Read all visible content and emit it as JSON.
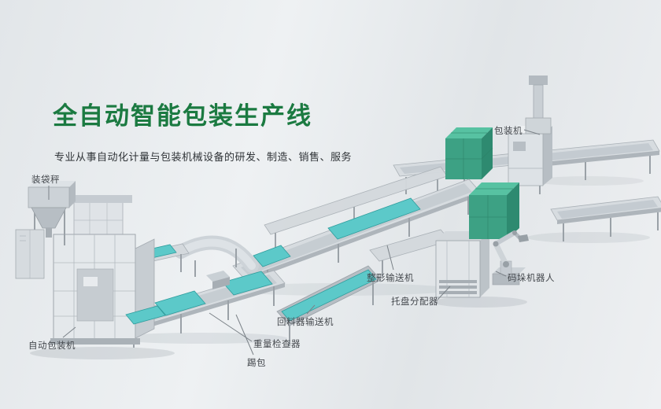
{
  "hero": {
    "title": "全自动智能包装生产线",
    "subtitle": "专业从事自动化计量与包装机械设备的研发、制造、销售、服务"
  },
  "machine_labels": [
    {
      "name": "bagging-scale",
      "text": "装袋秤"
    },
    {
      "name": "packing-machine",
      "text": "包装机"
    },
    {
      "name": "auto-packing-machine",
      "text": "自动包装机"
    },
    {
      "name": "bag-kicker",
      "text": "踢包"
    },
    {
      "name": "checkweigher",
      "text": "重量检查器"
    },
    {
      "name": "return-material-conveyor",
      "text": "回料器输送机"
    },
    {
      "name": "shaping-conveyor",
      "text": "整形输送机"
    },
    {
      "name": "pallet-dispenser",
      "text": "托盘分配器"
    },
    {
      "name": "palletizing-robot",
      "text": "码垛机器人"
    }
  ],
  "colors": {
    "title_green": "#1b7a41",
    "belt_teal": "#5cc9c9",
    "box_green_top": "#57c2a2",
    "box_green_front": "#3da184",
    "box_green_side": "#2e8a70"
  }
}
